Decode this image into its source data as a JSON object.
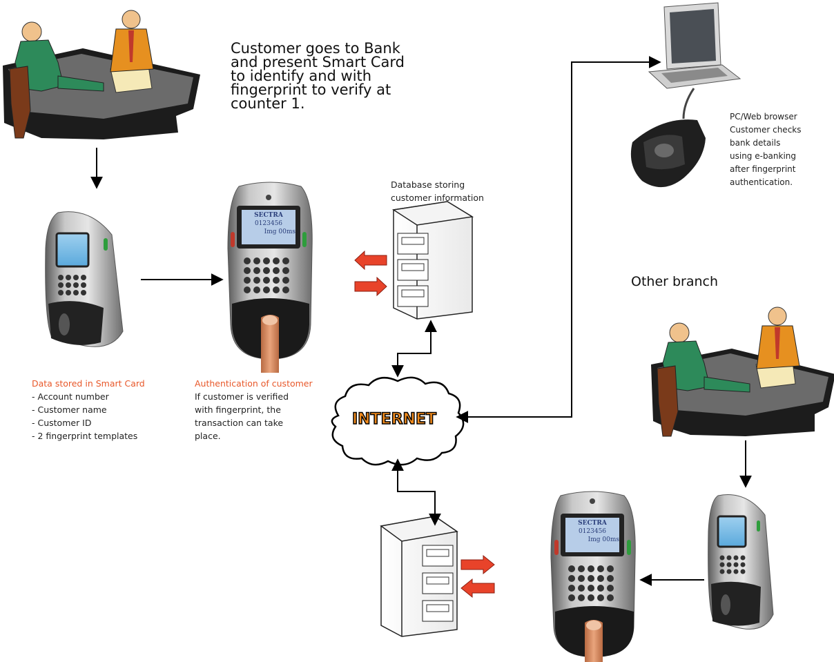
{
  "intro": {
    "lines": [
      "Customer goes to Bank",
      "and present Smart Card",
      "to identify and with",
      "fingerprint to verify at",
      "counter 1."
    ]
  },
  "database_label": {
    "lines": [
      "Database storing",
      "customer information"
    ]
  },
  "pc_label": {
    "lines": [
      "PC/Web browser",
      "Customer checks",
      "bank details",
      "using e-banking",
      "after fingerprint",
      "authentication."
    ]
  },
  "other_branch": "Other branch",
  "smart_card": {
    "title": "Data stored in Smart Card",
    "items": [
      "- Account number",
      "- Customer name",
      "- Customer ID",
      "- 2 fingerprint templates"
    ]
  },
  "authentication": {
    "title": "Authentication of customer",
    "lines": [
      "If customer is verified",
      "with fingerprint, the",
      "transaction can take",
      "place."
    ]
  },
  "internet": "INTERNET",
  "terminal_screen": {
    "brand": "SECTRA",
    "line": "0123456",
    "sub": "Img 00ms"
  },
  "colors": {
    "accent_orange": "#e8582a",
    "red_arrow": "#e8432a",
    "black_arrow": "#000000"
  }
}
